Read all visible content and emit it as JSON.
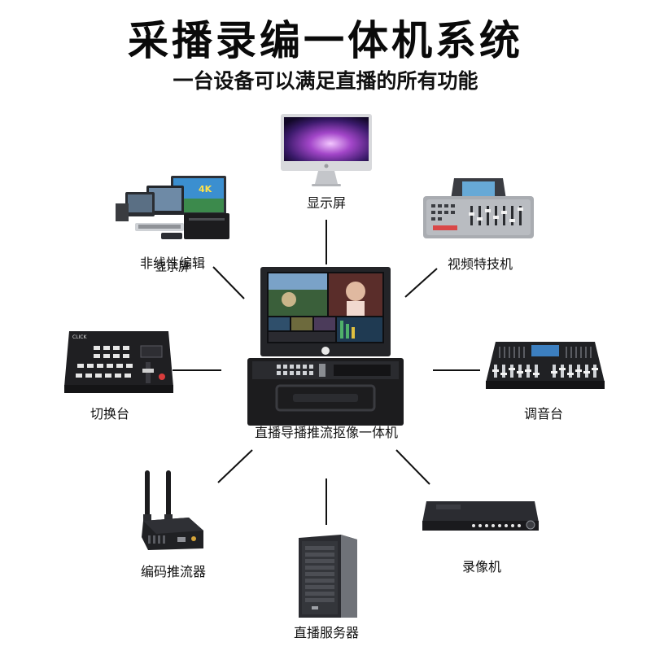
{
  "header": {
    "title": "采播录编一体机系统",
    "subtitle": "一台设备可以满足直播的所有功能"
  },
  "hub": {
    "label": "直播导播推流抠像一体机"
  },
  "devices": [
    {
      "id": "monitor",
      "label": "显示屏"
    },
    {
      "id": "nle",
      "label": "非线性编辑"
    },
    {
      "id": "effects",
      "label": "视频特技机"
    },
    {
      "id": "switcher",
      "label": "切换台"
    },
    {
      "id": "mixer",
      "label": "调音台"
    },
    {
      "id": "encoder",
      "label": "编码推流器"
    },
    {
      "id": "server",
      "label": "直播服务器"
    },
    {
      "id": "recorder",
      "label": "录像机"
    }
  ],
  "nle_overlay_text": "显示屏",
  "switcher_brand": "CLICK",
  "colors": {
    "line": "#111111",
    "device_dark": "#1c1c1e",
    "device_grey": "#9a9ca0"
  }
}
